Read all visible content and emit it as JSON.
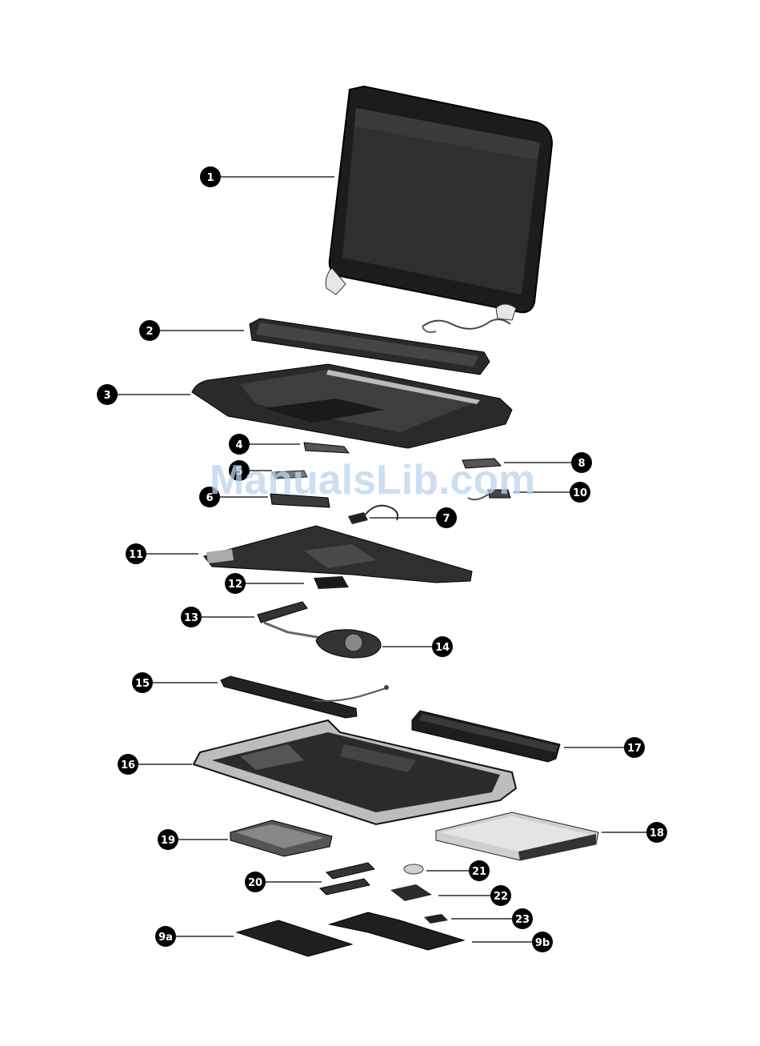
{
  "watermark": "ManualsLib.com",
  "callouts": [
    "1",
    "2",
    "3",
    "4",
    "5",
    "6",
    "7",
    "8",
    "10",
    "11",
    "12",
    "13",
    "14",
    "15",
    "16",
    "17",
    "18",
    "19",
    "20",
    "21",
    "22",
    "23",
    "9a",
    "9b"
  ]
}
